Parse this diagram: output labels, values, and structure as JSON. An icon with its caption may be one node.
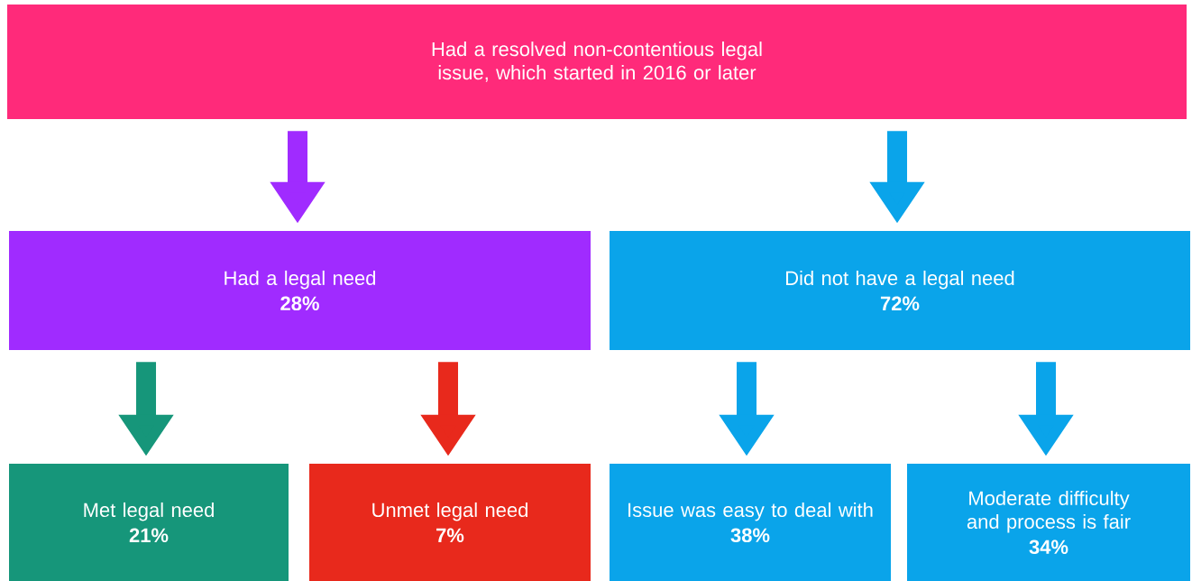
{
  "diagram": {
    "nodes": [
      {
        "text": [
          "Had a resolved non-contentious legal issue, which started in 2016 or later"
        ]
      },
      {
        "text": [
          "Had a legal need",
          "28%"
        ]
      },
      {
        "text": [
          "Did not have a legal need",
          "72%"
        ]
      },
      {
        "text": [
          "Met legal need",
          "21%"
        ]
      },
      {
        "text": [
          "Unmet legal need",
          "7%"
        ]
      },
      {
        "text": [
          "Issue was easy to deal with",
          "38%"
        ]
      },
      {
        "text": [
          "Moderate difficulty and process is fair",
          "34%"
        ]
      }
    ],
    "edges": [
      {
        "from": 0,
        "to": 1,
        "arrow": "to",
        "color": "#a02bff"
      },
      {
        "from": 0,
        "to": 2,
        "arrow": "to"
      },
      {
        "from": 1,
        "to": 3,
        "arrow": "to",
        "color": "#16967a"
      },
      {
        "from": 1,
        "to": 4,
        "arrow": "to",
        "color": "#e8291c"
      },
      {
        "from": 2,
        "to": 5,
        "arrow": "to"
      },
      {
        "from": 2,
        "to": 6,
        "arrow": "to"
      }
    ]
  }
}
